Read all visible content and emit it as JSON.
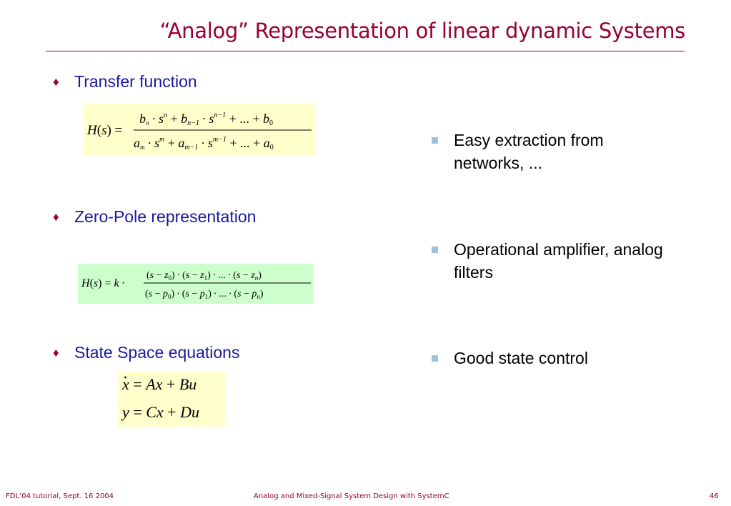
{
  "slide": {
    "title": "“Analog” Representation of linear dynamic Systems",
    "bullets": [
      {
        "label": "Transfer function",
        "marker": "♦"
      },
      {
        "label": "Zero-Pole representation",
        "marker": "♦"
      },
      {
        "label": "State Space equations",
        "marker": "♦"
      }
    ],
    "right_points": [
      {
        "line1": "Easy extraction from",
        "line2": "networks, ..."
      },
      {
        "line1": "Operational amplifier, analog",
        "line2": "filters"
      },
      {
        "line1": "Good state control",
        "line2": ""
      }
    ],
    "colors": {
      "title": "#990033",
      "bullet_text": "#1a1a9c",
      "bullet_marker": "#990033",
      "tf_box": "#ffffcc",
      "zp_box": "#ccffcc",
      "ss_box": "#ffffcc",
      "square_marker": "#9ec4d8"
    }
  },
  "footer": {
    "left": "FDL’04 tutorial, Sept. 16 2004",
    "center": "Analog and Mixed-Signal System Design with SystemC",
    "page": "46"
  }
}
